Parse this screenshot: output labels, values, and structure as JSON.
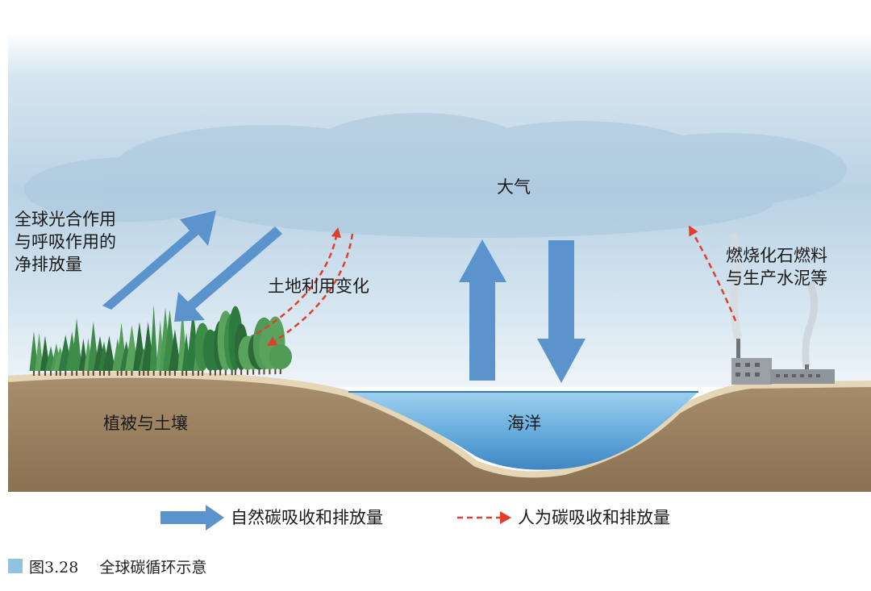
{
  "labels": {
    "atmosphere": "大气",
    "photosynthesis": [
      "全球光合作用",
      "与呼吸作用的",
      "净排放量"
    ],
    "land_use": "土地利用变化",
    "fossil": [
      "燃烧化石燃料",
      "与生产水泥等"
    ],
    "vegetation_soil": "植被与土壤",
    "ocean": "海洋"
  },
  "legend": {
    "natural": "自然碳吸收和排放量",
    "human": "人为碳吸收和排放量"
  },
  "caption": {
    "figure_no": "图3.28",
    "title": "全球碳循环示意"
  },
  "colors": {
    "natural_arrow": "#5b93cc",
    "human_arrow": "#e0402b",
    "sky": "#c8dcea",
    "ocean": "#6fb0dc",
    "soil": "#9c8363",
    "caption_box": "#8fc3e0"
  }
}
